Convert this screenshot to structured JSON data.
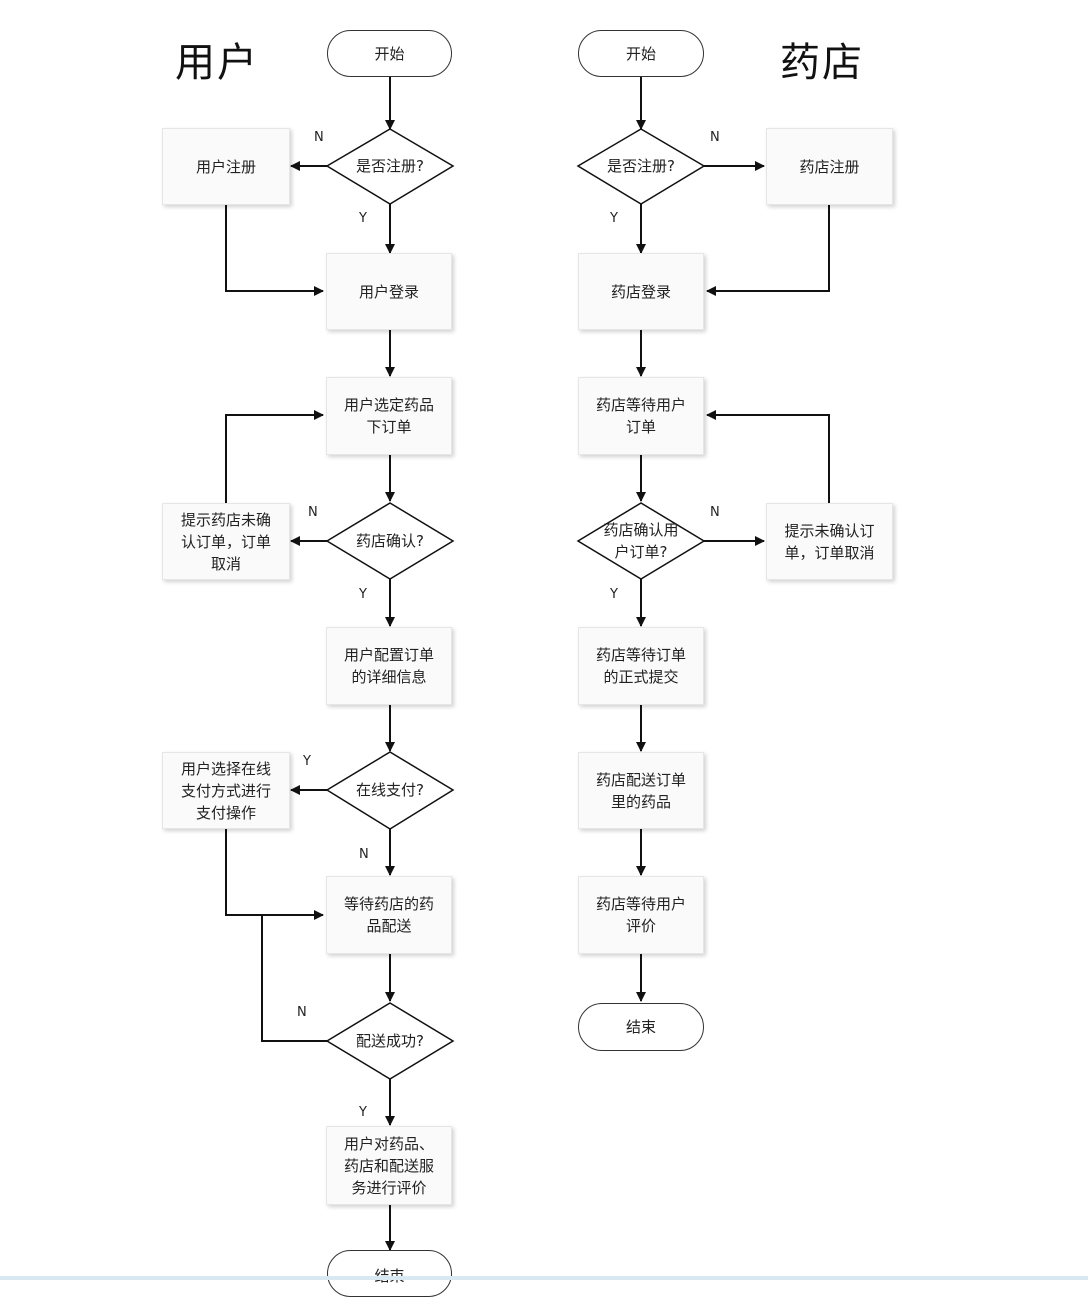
{
  "lanes": {
    "user": "用户",
    "pharmacy": "药店"
  },
  "user": {
    "start": "开始",
    "registered_q": "是否注册?",
    "register": "用户注册",
    "login": "用户登录",
    "select": "用户选定药品\n下订单",
    "confirm_q": "药店确认?",
    "not_confirmed": "提示药店未确\n认订单，订单\n取消",
    "configure": "用户配置订单\n的详细信息",
    "online_pay_q": "在线支付?",
    "online_pay": "用户选择在线\n支付方式进行\n支付操作",
    "wait_delivery": "等待药店的药\n品配送",
    "delivered_q": "配送成功?",
    "evaluate": "用户对药品、\n药店和配送服\n务进行评价",
    "end": "结束"
  },
  "pharmacy": {
    "start": "开始",
    "registered_q": "是否注册?",
    "register": "药店注册",
    "login": "药店登录",
    "wait_order": "药店等待用户\n订单",
    "confirm_q": "药店确认用\n户订单?",
    "not_confirmed": "提示未确认订\n单，订单取消",
    "wait_submit": "药店等待订单\n的正式提交",
    "deliver": "药店配送订单\n里的药品",
    "wait_eval": "药店等待用户\n评价",
    "end": "结束"
  },
  "labels": {
    "yes": "Y",
    "no": "N"
  }
}
